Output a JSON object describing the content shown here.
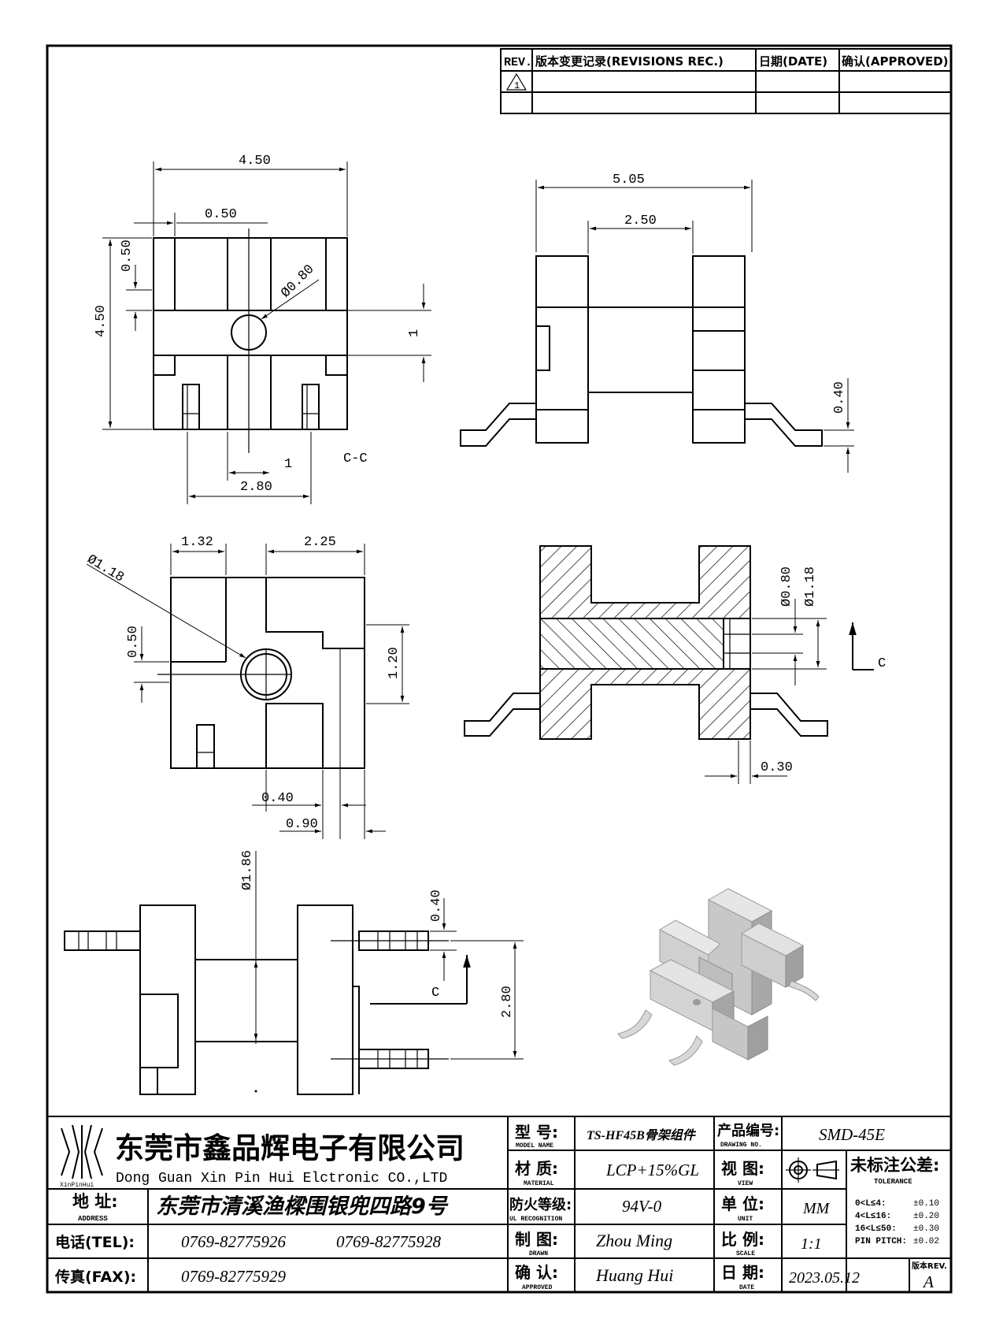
{
  "revision_block": {
    "headers": [
      "REV.",
      "版本变更记录(REVISIONS REC.)",
      "日期(DATE)",
      "确认(APPROVED)"
    ],
    "rev_symbol_label": "1"
  },
  "views": {
    "top": {
      "dims": [
        "4.50",
        "0.50",
        "0.50",
        "4.50",
        "Ø0.80",
        "1",
        "1",
        "2.80"
      ],
      "section_label": "C-C"
    },
    "side": {
      "dims": [
        "5.05",
        "2.50",
        "0.40"
      ]
    },
    "bottom": {
      "dims": [
        "1.32",
        "2.25",
        "Ø1.18",
        "0.50",
        "1.20",
        "0.40",
        "0.90"
      ]
    },
    "section": {
      "dims": [
        "Ø0.80",
        "Ø1.18",
        "0.30"
      ],
      "arrow_label": "C"
    },
    "front": {
      "dims": [
        "Ø1.86",
        "0.40",
        "2.80"
      ],
      "arrow_label": "C"
    }
  },
  "title_block": {
    "company_cn": "东莞市鑫品辉电子有限公司",
    "company_en": "Dong Guan Xin Pin Hui Elctronic CO.,LTD",
    "logo_text": "XinPinHui",
    "address_label_cn": "地 址:",
    "address_label_en": "ADDRESS",
    "address": "东莞市清溪渔樑围银兜四路9号",
    "tel_label": "电话(TEL):",
    "tel1": "0769-82775926",
    "tel2": "0769-82775928",
    "fax_label": "传真(FAX):",
    "fax": "0769-82775929",
    "model_label_cn": "型 号:",
    "model_label_en": "MODEL NAME",
    "model": "TS-HF45B骨架组件",
    "material_label_cn": "材 质:",
    "material_label_en": "MATERIAL",
    "material": "LCP+15%GL",
    "flame_label_cn": "防火等级:",
    "flame_label_en": "UL RECOGNITION",
    "flame": "94V-0",
    "drawn_label_cn": "制 图:",
    "drawn_label_en": "DRAWN",
    "drawn": "Zhou Ming",
    "approved_label_cn": "确 认:",
    "approved_label_en": "APPROVED",
    "approved": "Huang Hui",
    "drawing_no_label_cn": "产品编号:",
    "drawing_no_label_en": "DRAWING NO.",
    "drawing_no": "SMD-45E",
    "view_label_cn": "视 图:",
    "view_label_en": "VIEW",
    "unit_label_cn": "单 位:",
    "unit_label_en": "UNIT",
    "unit": "MM",
    "scale_label_cn": "比 例:",
    "scale_label_en": "SCALE",
    "scale": "1:1",
    "date_label_cn": "日 期:",
    "date_label_en": "DATE",
    "date": "2023.05.12",
    "tolerance_title": "未标注公差:",
    "tolerance_en": "TOLERANCE",
    "tolerances": [
      {
        "range": "0<L≤4:",
        "value": "±0.10"
      },
      {
        "range": "4<L≤16:",
        "value": "±0.20"
      },
      {
        "range": "16<L≤50:",
        "value": "±0.30"
      },
      {
        "range": "PIN PITCH:",
        "value": "±0.02"
      }
    ],
    "rev_label": "版本REV.",
    "rev_value": "A"
  }
}
